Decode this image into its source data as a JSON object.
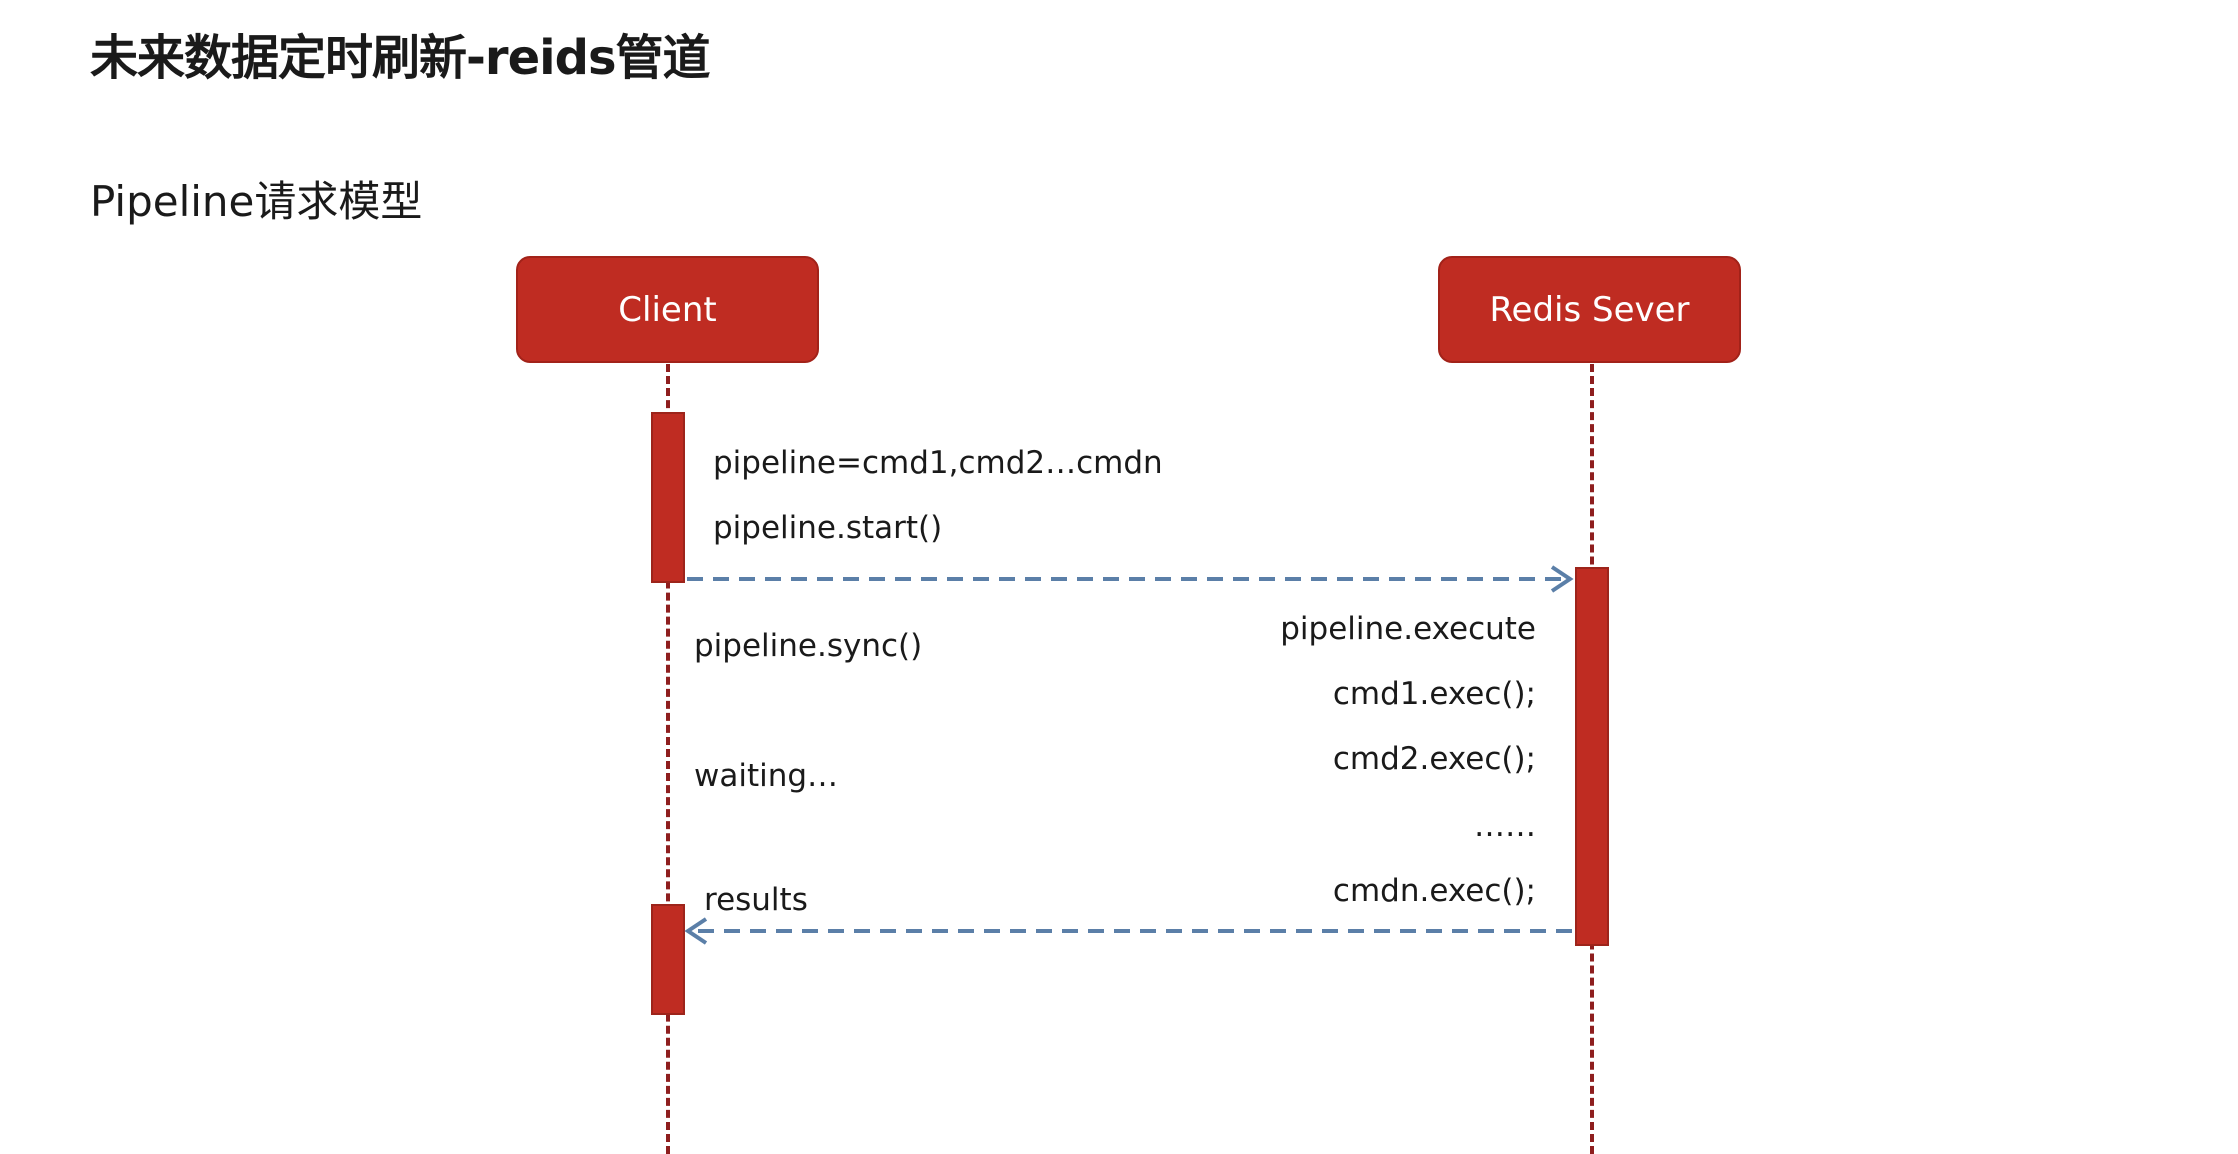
{
  "header": {
    "title": "未来数据定时刷新-reids管道",
    "subtitle": "Pipeline请求模型"
  },
  "diagram": {
    "actors": {
      "client": "Client",
      "server": "Redis Sever"
    },
    "messages": {
      "client_prep_1": "pipeline=cmd1,cmd2…cmdn",
      "client_prep_2": "pipeline.start()",
      "client_sync": "pipeline.sync()",
      "client_waiting": "waiting…",
      "client_results": "results",
      "server_execute": "pipeline.execute",
      "server_cmd1": "cmd1.exec();",
      "server_cmd2": "cmd2.exec();",
      "server_ellipsis": "……",
      "server_cmdn": "cmdn.exec();"
    },
    "colors": {
      "actor_fill": "#bf2c22",
      "lifeline": "#8e1e1e",
      "arrow": "#5b7fa8"
    }
  }
}
